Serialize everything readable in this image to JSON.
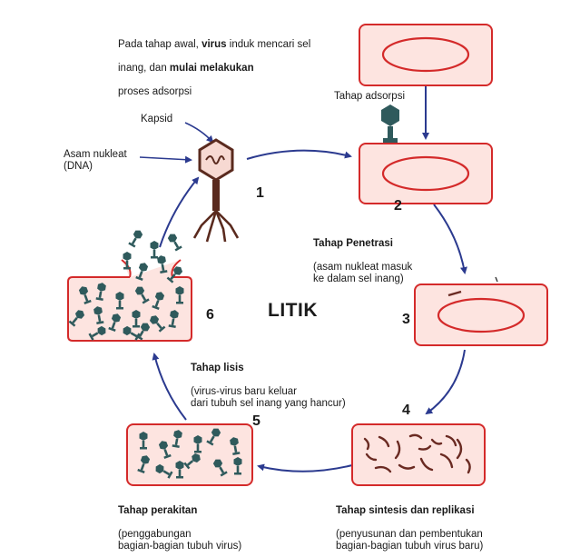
{
  "intro": {
    "line1_plain": "Pada tahap awal, ",
    "line1_bold": "virus",
    "line1_plain2": " induk mencari sel",
    "line2_plain": "inang, dan ",
    "line2_bold": "mulai melakukan",
    "line3": "proses adsorpsi"
  },
  "labels": {
    "kapsid": "Kapsid",
    "asam_nukleat": "Asam nukleat\n(DNA)",
    "adsorpsi": "Tahap adsorpsi",
    "center": "LITIK"
  },
  "steps": [
    {
      "num": "1"
    },
    {
      "num": "2",
      "title": "Tahap Penetrasi",
      "desc": "(asam nukleat masuk\nke dalam sel inang)"
    },
    {
      "num": "3"
    },
    {
      "num": "4",
      "title": "Tahap sintesis dan replikasi",
      "desc": "(penyusunan dan pembentukan\nbagian-bagian tubuh virus baru)"
    },
    {
      "num": "5",
      "title": "Tahap perakitan",
      "desc": "(penggabungan\nbagian-bagian tubuh virus)"
    },
    {
      "num": "6",
      "title": "Tahap lisis",
      "desc": "(virus-virus baru keluar\ndari tubuh sel inang yang hancur)"
    }
  ],
  "colors": {
    "cell": "#d42a2a",
    "arrow": "#2b3a8f",
    "phage": "#5a2a1e",
    "virus": "#2f5a5c",
    "dna": "#6a2a22"
  }
}
